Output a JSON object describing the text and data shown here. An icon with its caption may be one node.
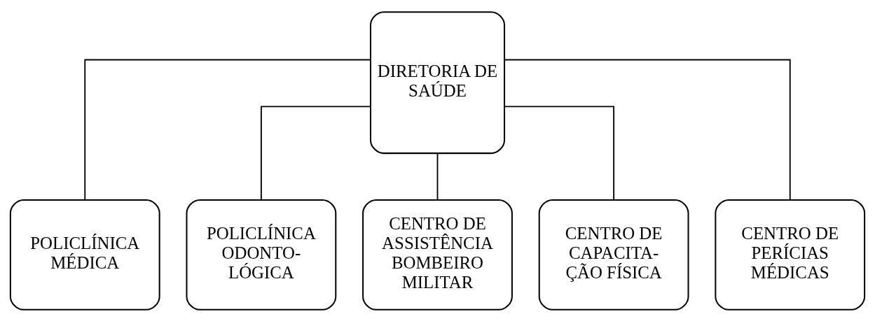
{
  "diagram": {
    "nodes": [
      {
        "text": [
          "DIRETORIA DE SAÚDE"
        ]
      },
      {
        "text": [
          "POLICLÍNICA MÉDICA"
        ]
      },
      {
        "text": [
          "POLICLÍNICA ODONTO- LÓGICA"
        ]
      },
      {
        "text": [
          "CENTRO DE ASSISTÊNCIA BOMBEIRO MILITAR"
        ]
      },
      {
        "text": [
          "CENTRO DE CAPACITA- ÇÃO FÍSICA"
        ]
      },
      {
        "text": [
          "CENTRO DE PERÍCIAS MÉDICAS"
        ]
      }
    ],
    "edges": [
      {
        "from": 0,
        "to": 1,
        "arrow": "none"
      },
      {
        "from": 0,
        "to": 2,
        "arrow": "none"
      },
      {
        "from": 0,
        "to": 3,
        "arrow": "none"
      },
      {
        "from": 0,
        "to": 4,
        "arrow": "none"
      },
      {
        "from": 0,
        "to": 5,
        "arrow": "none"
      }
    ]
  }
}
